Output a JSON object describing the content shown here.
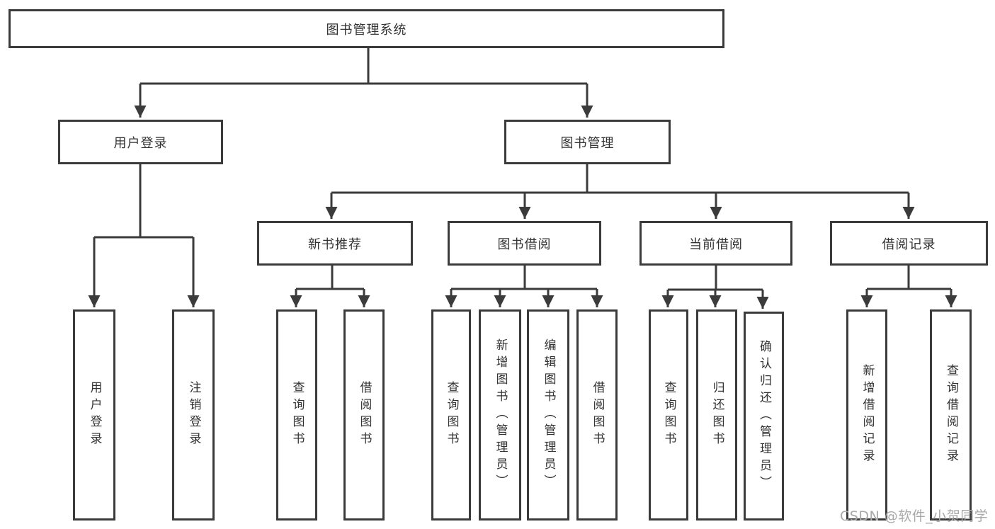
{
  "nodes": {
    "root": "图书管理系统",
    "user_login": "用户登录",
    "book_mgmt": "图书管理",
    "new_book_rec": "新书推荐",
    "book_borrow": "图书借阅",
    "current_borrow": "当前借阅",
    "borrow_record": "借阅记录",
    "ul_user_login": "用户登录",
    "ul_logout": "注销登录",
    "nr_query_book": "查询图书",
    "nr_borrow_book": "借阅图书",
    "bb_query_book": "查询图书",
    "bb_add_book": "新增图书（管理员）",
    "bb_edit_book": "编辑图书（管理员）",
    "bb_borrow_book": "借阅图书",
    "cb_query_book": "查询图书",
    "cb_return_book": "归还图书",
    "cb_confirm_return": "确认归还（管理员）",
    "br_add_record": "新增借阅记录",
    "br_query_record": "查询借阅记录"
  },
  "structure": {
    "root": "图书管理系统",
    "children": [
      {
        "label": "用户登录",
        "children": [
          "用户登录",
          "注销登录"
        ]
      },
      {
        "label": "图书管理",
        "children": [
          {
            "label": "新书推荐",
            "children": [
              "查询图书",
              "借阅图书"
            ]
          },
          {
            "label": "图书借阅",
            "children": [
              "查询图书",
              "新增图书（管理员）",
              "编辑图书（管理员）",
              "借阅图书"
            ]
          },
          {
            "label": "当前借阅",
            "children": [
              "查询图书",
              "归还图书",
              "确认归还（管理员）"
            ]
          },
          {
            "label": "借阅记录",
            "children": [
              "新增借阅记录",
              "查询借阅记录"
            ]
          }
        ]
      }
    ]
  },
  "watermark": "CSDN @软件_小贺同学",
  "colors": {
    "stroke": "#3b3b3b",
    "text": "#333333",
    "watermark": "#a9a9a9",
    "background": "#ffffff"
  }
}
